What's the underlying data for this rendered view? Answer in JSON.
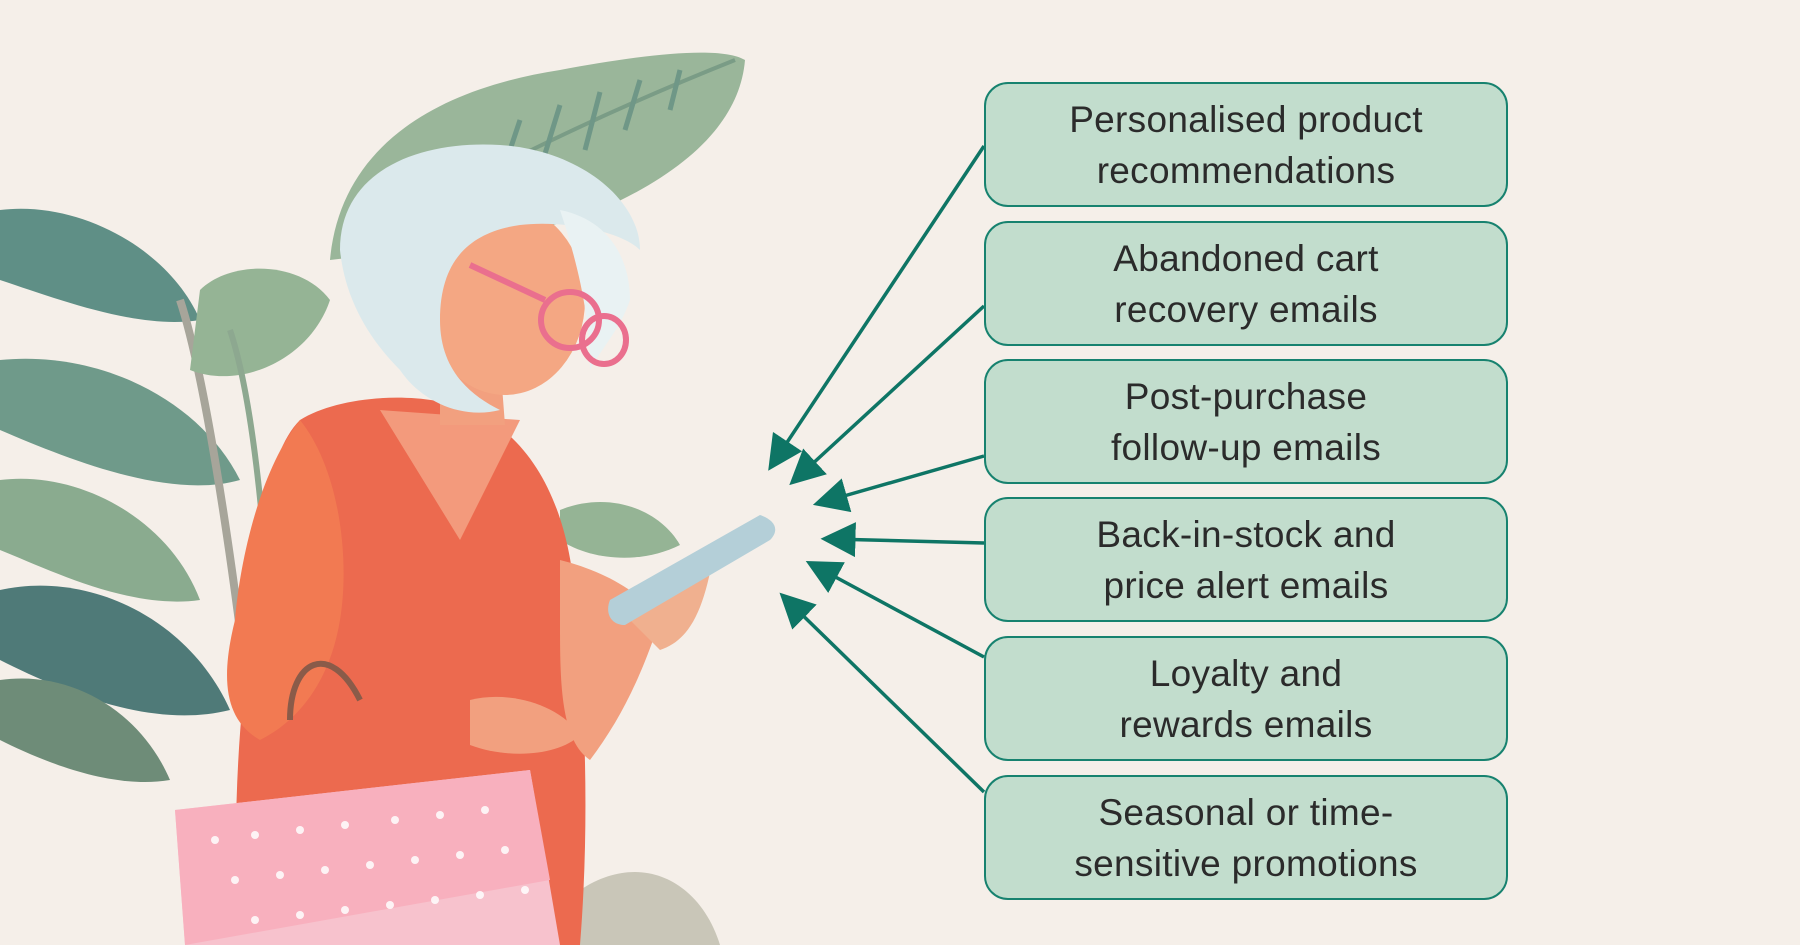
{
  "colors": {
    "background": "#f5efe9",
    "box_fill": "#c2ddcd",
    "box_border": "#17826f",
    "arrow": "#0e7565",
    "text": "#2b2b2b"
  },
  "illustration": {
    "subject": "elderly woman with white hair and pink glasses looking at a smartphone, holding a pink polka-dot shopping bag, in front of large green leaves",
    "icons": [
      "leaf-icon",
      "phone-icon",
      "shopping-bag-icon",
      "glasses-icon"
    ]
  },
  "email_types": [
    {
      "label": "Personalised product\nrecommendations"
    },
    {
      "label": "Abandoned cart\nrecovery emails"
    },
    {
      "label": "Post-purchase\nfollow-up emails"
    },
    {
      "label": "Back-in-stock and\nprice alert emails"
    },
    {
      "label": "Loyalty and\nrewards emails"
    },
    {
      "label": "Seasonal or time-\nsensitive promotions"
    }
  ]
}
